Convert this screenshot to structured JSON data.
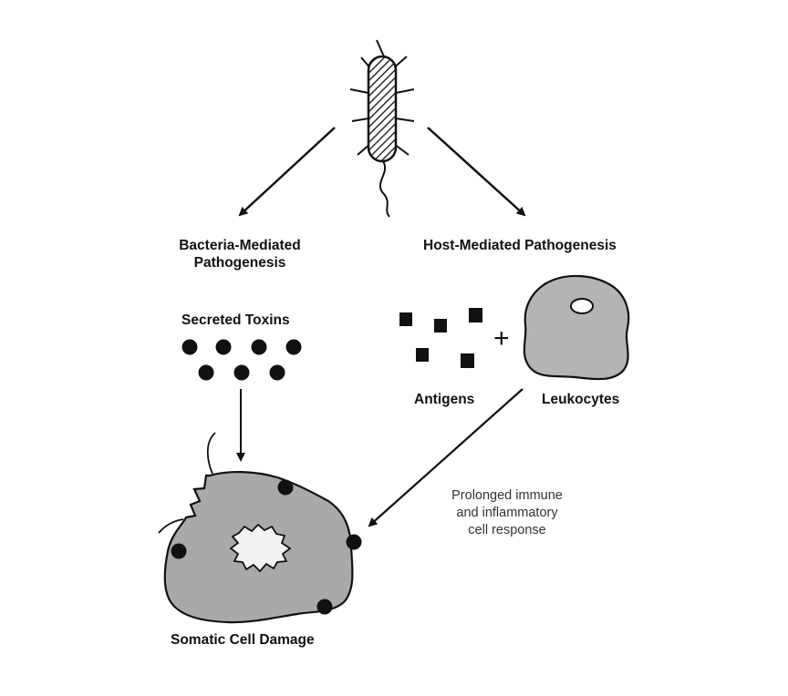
{
  "labels": {
    "bacteria_mediated": [
      "Bacteria-Mediated",
      "Pathogenesis"
    ],
    "host_mediated": "Host-Mediated Pathogenesis",
    "secreted_toxins": "Secreted Toxins",
    "antigens": "Antigens",
    "leukocytes": "Leukocytes",
    "plus_sign": "+",
    "response_note": [
      "Prolonged immune",
      "and inflammatory",
      "cell response"
    ],
    "somatic_damage": "Somatic Cell Damage"
  },
  "colors": {
    "ink": "#111111",
    "cell_fill": "#a9a9a9",
    "leukocyte_fill": "#b4b4b4",
    "background": "#ffffff"
  },
  "icons": {
    "bacterium": "rod-shaped-bacterium-icon",
    "toxin": "filled-circle",
    "antigen": "filled-square",
    "leukocyte": "leukocyte-cell-icon",
    "damaged_cell": "damaged-somatic-cell-icon"
  }
}
